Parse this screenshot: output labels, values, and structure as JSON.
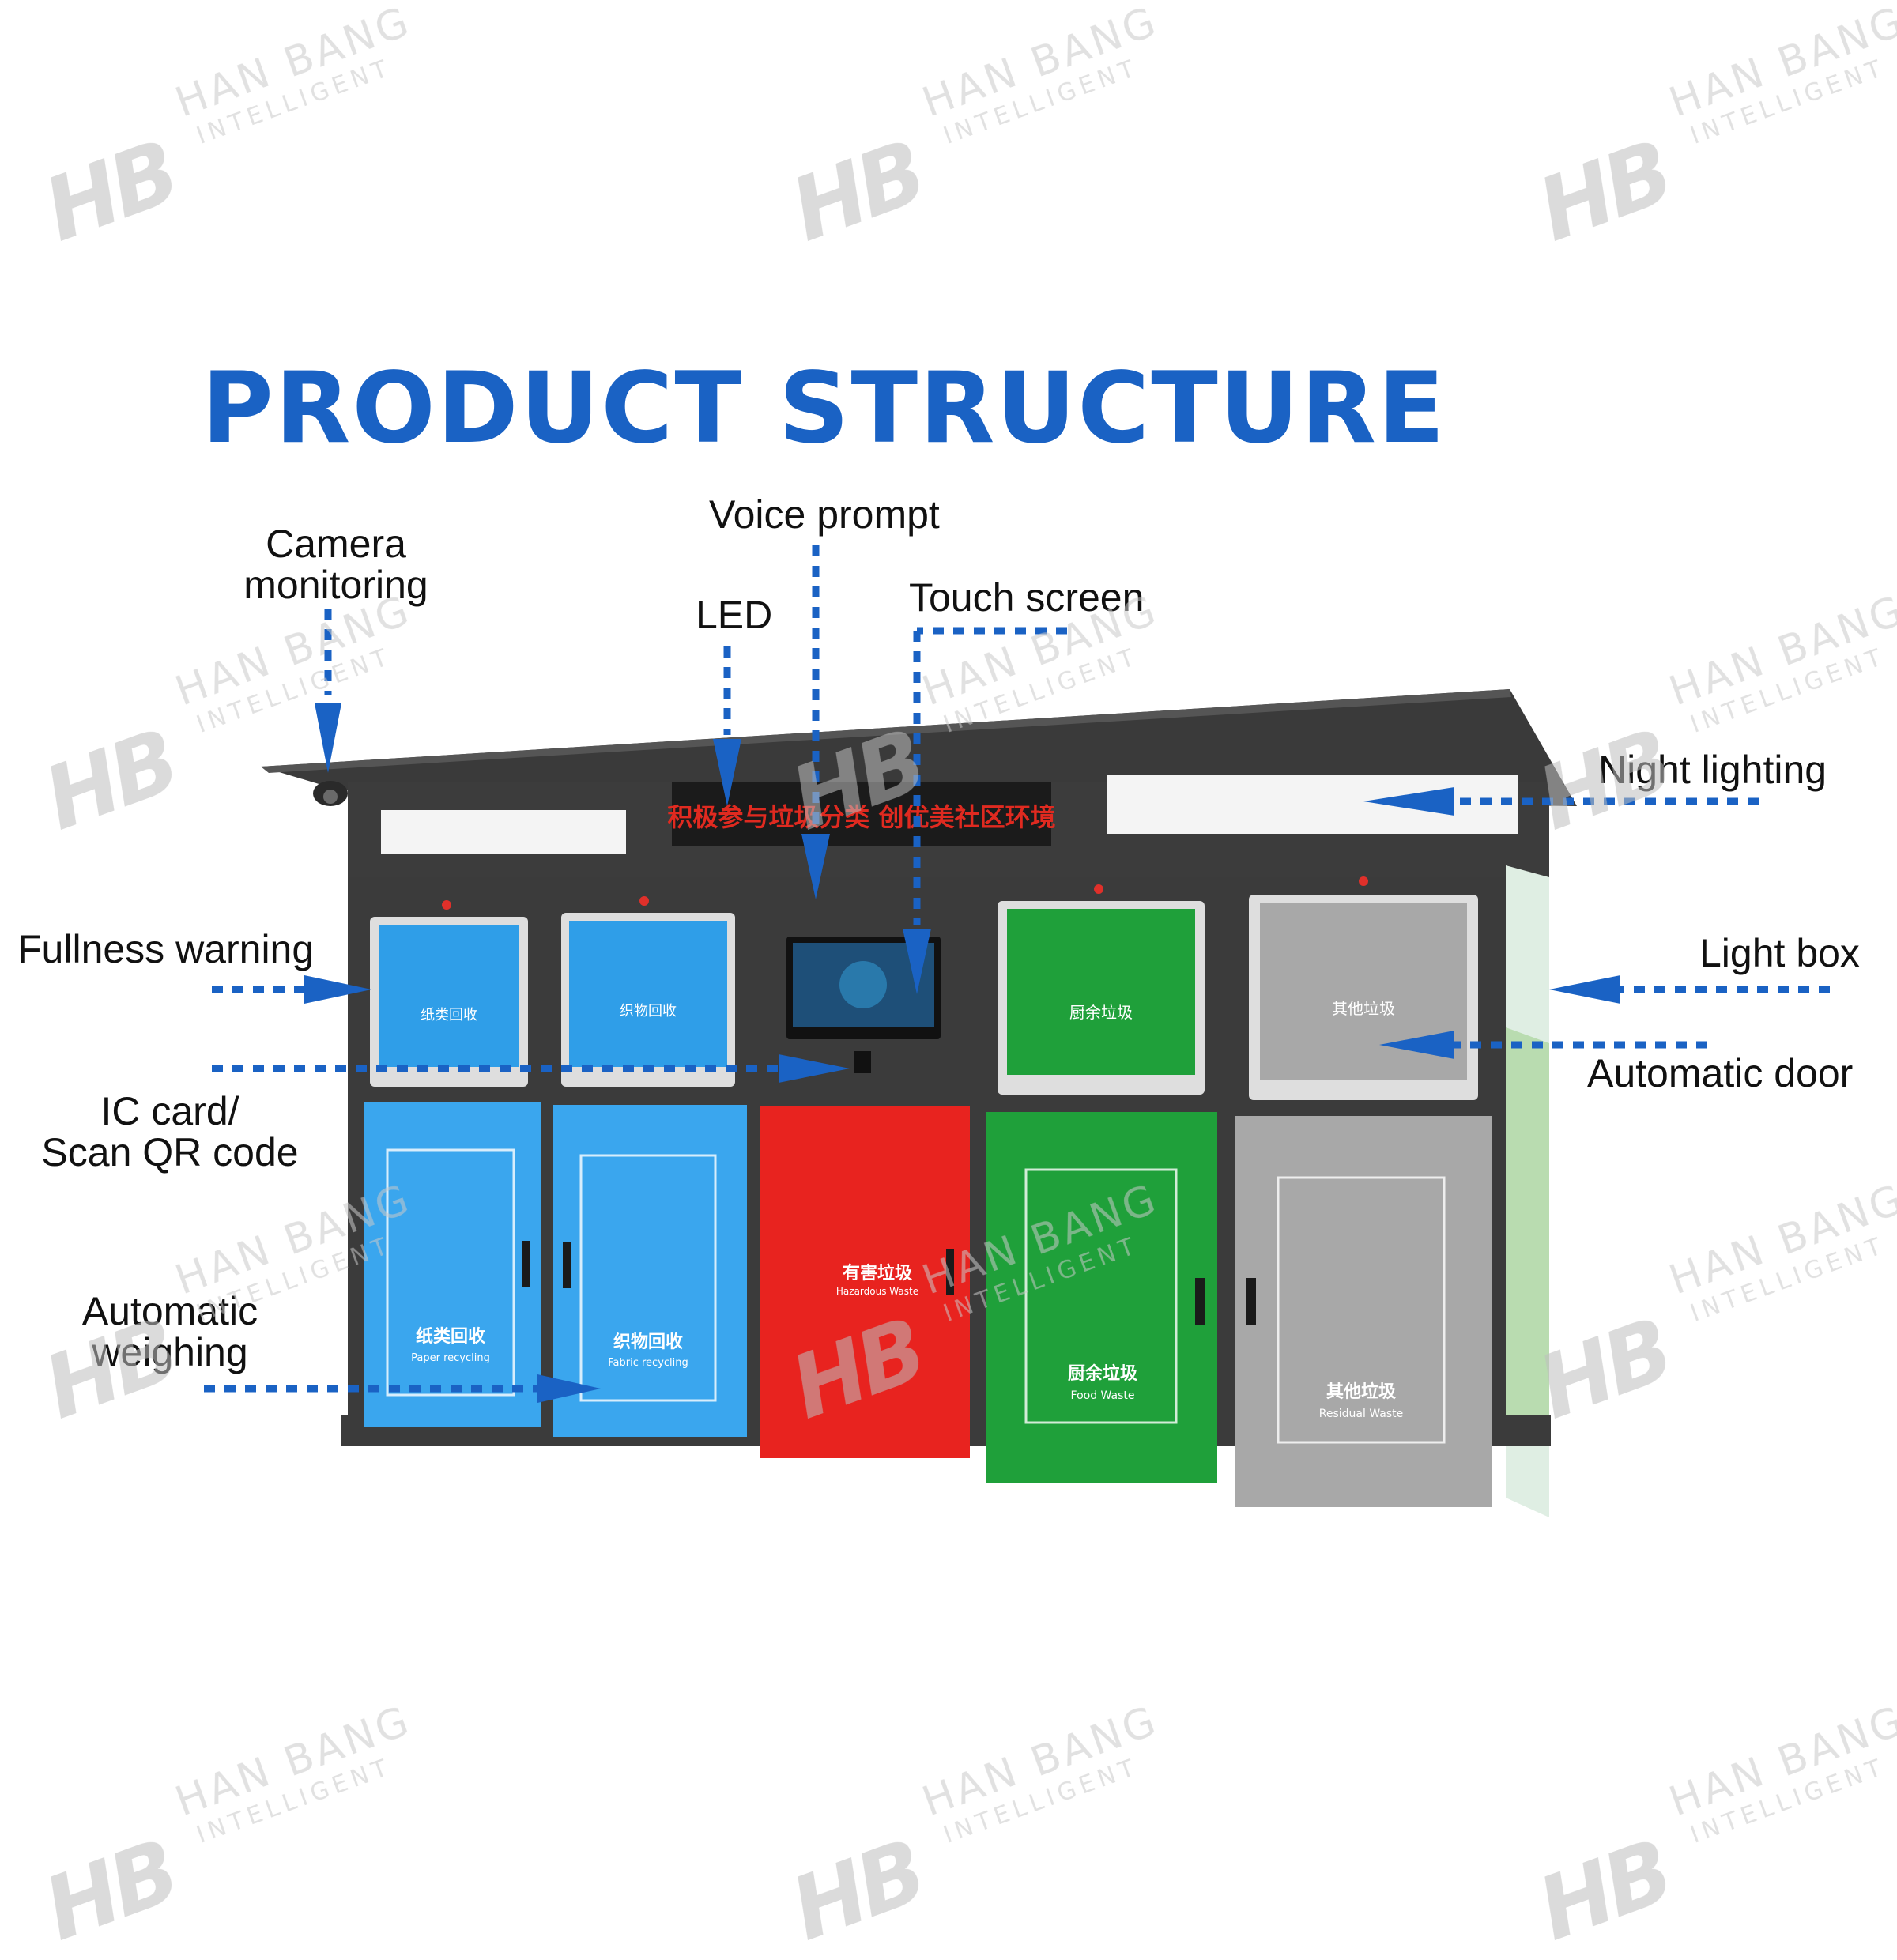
{
  "title": "PRODUCT STRUCTURE",
  "labels": {
    "camera": [
      "Camera",
      "monitoring"
    ],
    "voice": "Voice prompt",
    "led": "LED",
    "touch": "Touch screen",
    "night": "Night lighting",
    "fullness": "Fullness warning",
    "lightbox": "Light box",
    "autodoor": "Automatic door",
    "iccard": [
      "IC card/",
      "Scan QR code"
    ],
    "weighing": [
      "Automatic",
      "weighing"
    ]
  },
  "led_text": "积极参与垃圾分类  创优美社区环境",
  "bins": [
    {
      "cn": "纸类回收",
      "en": "Paper recycling",
      "color": "#2f9ee8"
    },
    {
      "cn": "织物回收",
      "en": "Fabric recycling",
      "color": "#2f9ee8"
    },
    {
      "cn": "有害垃圾",
      "en": "Hazardous Waste",
      "color": "#e8231f"
    },
    {
      "cn": "厨余垃圾",
      "en": "Food Waste",
      "color": "#1fa03a"
    },
    {
      "cn": "其他垃圾",
      "en": "Residual Waste",
      "color": "#a8a8a8"
    }
  ],
  "watermark": {
    "logo": "HB",
    "line1": "HAN BANG",
    "line2": "INTELLIGENT"
  },
  "colors": {
    "accent": "#1a62c4",
    "frame": "#3b3b3b"
  }
}
